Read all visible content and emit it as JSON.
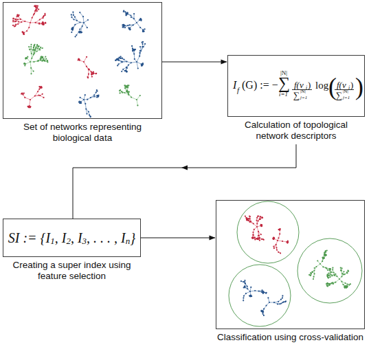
{
  "diagram": {
    "nodes": [
      {
        "text": [
          "Set of networks representing biological data"
        ]
      },
      {
        "text": [
          "I",
          "f",
          "(G) := −",
          "|N|",
          "∑",
          "i=1",
          "f(v",
          "i",
          ")",
          "∑",
          "|N|",
          "j=1",
          "log",
          "(",
          "f(v",
          "i",
          ")",
          "∑",
          "|N|",
          "j=1",
          ")",
          "Calculation of topological network descriptors"
        ]
      },
      {
        "text": [
          "SI := {I",
          "1",
          ", I",
          "2",
          ", I",
          "3",
          ", . . . , I",
          "n",
          "}",
          "Creating a super index using feature selection"
        ]
      },
      {
        "text": [
          "Classification using cross-validation"
        ]
      }
    ],
    "edges": [
      {
        "from": 0,
        "to": 1,
        "arrow": "to"
      },
      {
        "from": 1,
        "to": 2,
        "arrow": "to"
      },
      {
        "from": 2,
        "to": 3,
        "arrow": "to"
      }
    ]
  }
}
